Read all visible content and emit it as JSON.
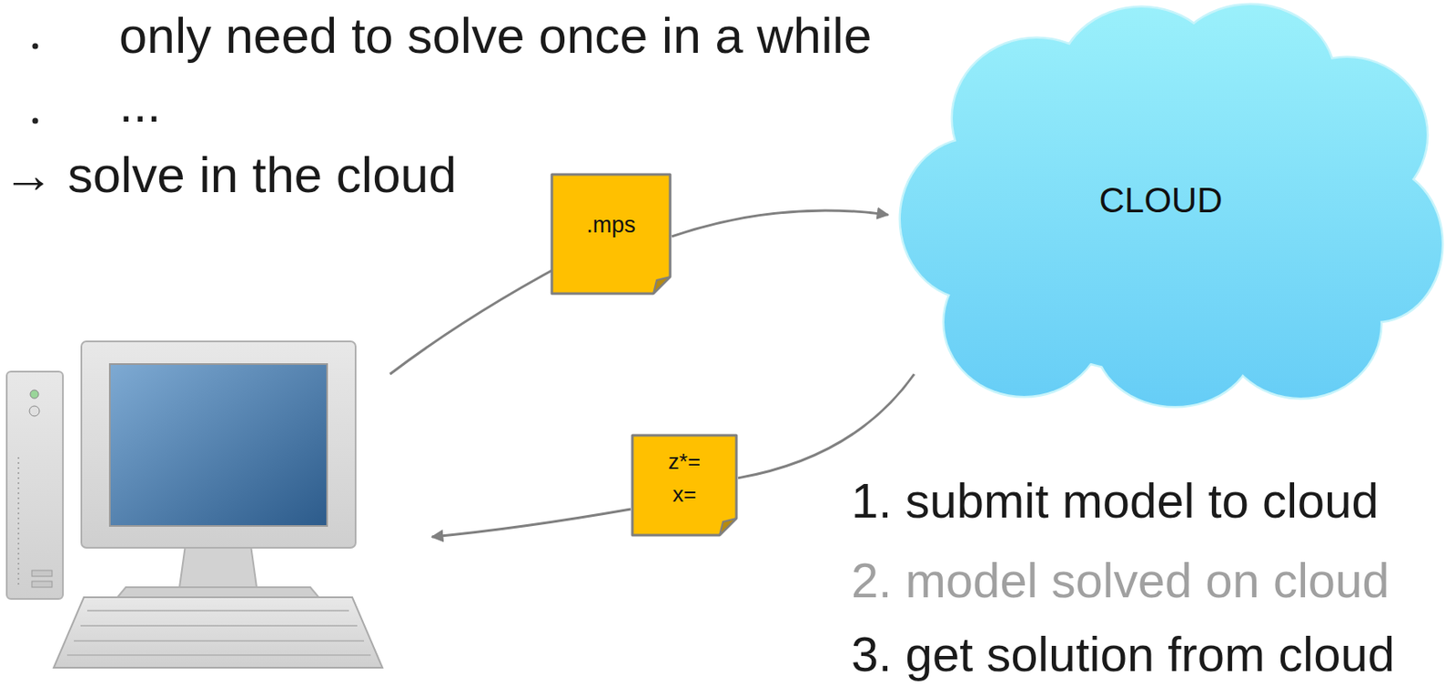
{
  "diagram": {
    "nodes": [
      {
        "text": [
          "CLOUD"
        ]
      },
      {
        "text": [
          ".mps"
        ]
      },
      {
        "text": [
          "z*= x="
        ]
      }
    ],
    "edges": [
      {
        "from": 1,
        "to": 0,
        "arrow": "to"
      },
      {
        "from": 0,
        "to": 2,
        "arrow": "none"
      }
    ],
    "labels": [
      "only need to solve once in a while",
      "...",
      "→ solve in the cloud",
      "1. submit model to cloud",
      "2. model solved on cloud",
      "3. get solution from cloud"
    ]
  }
}
